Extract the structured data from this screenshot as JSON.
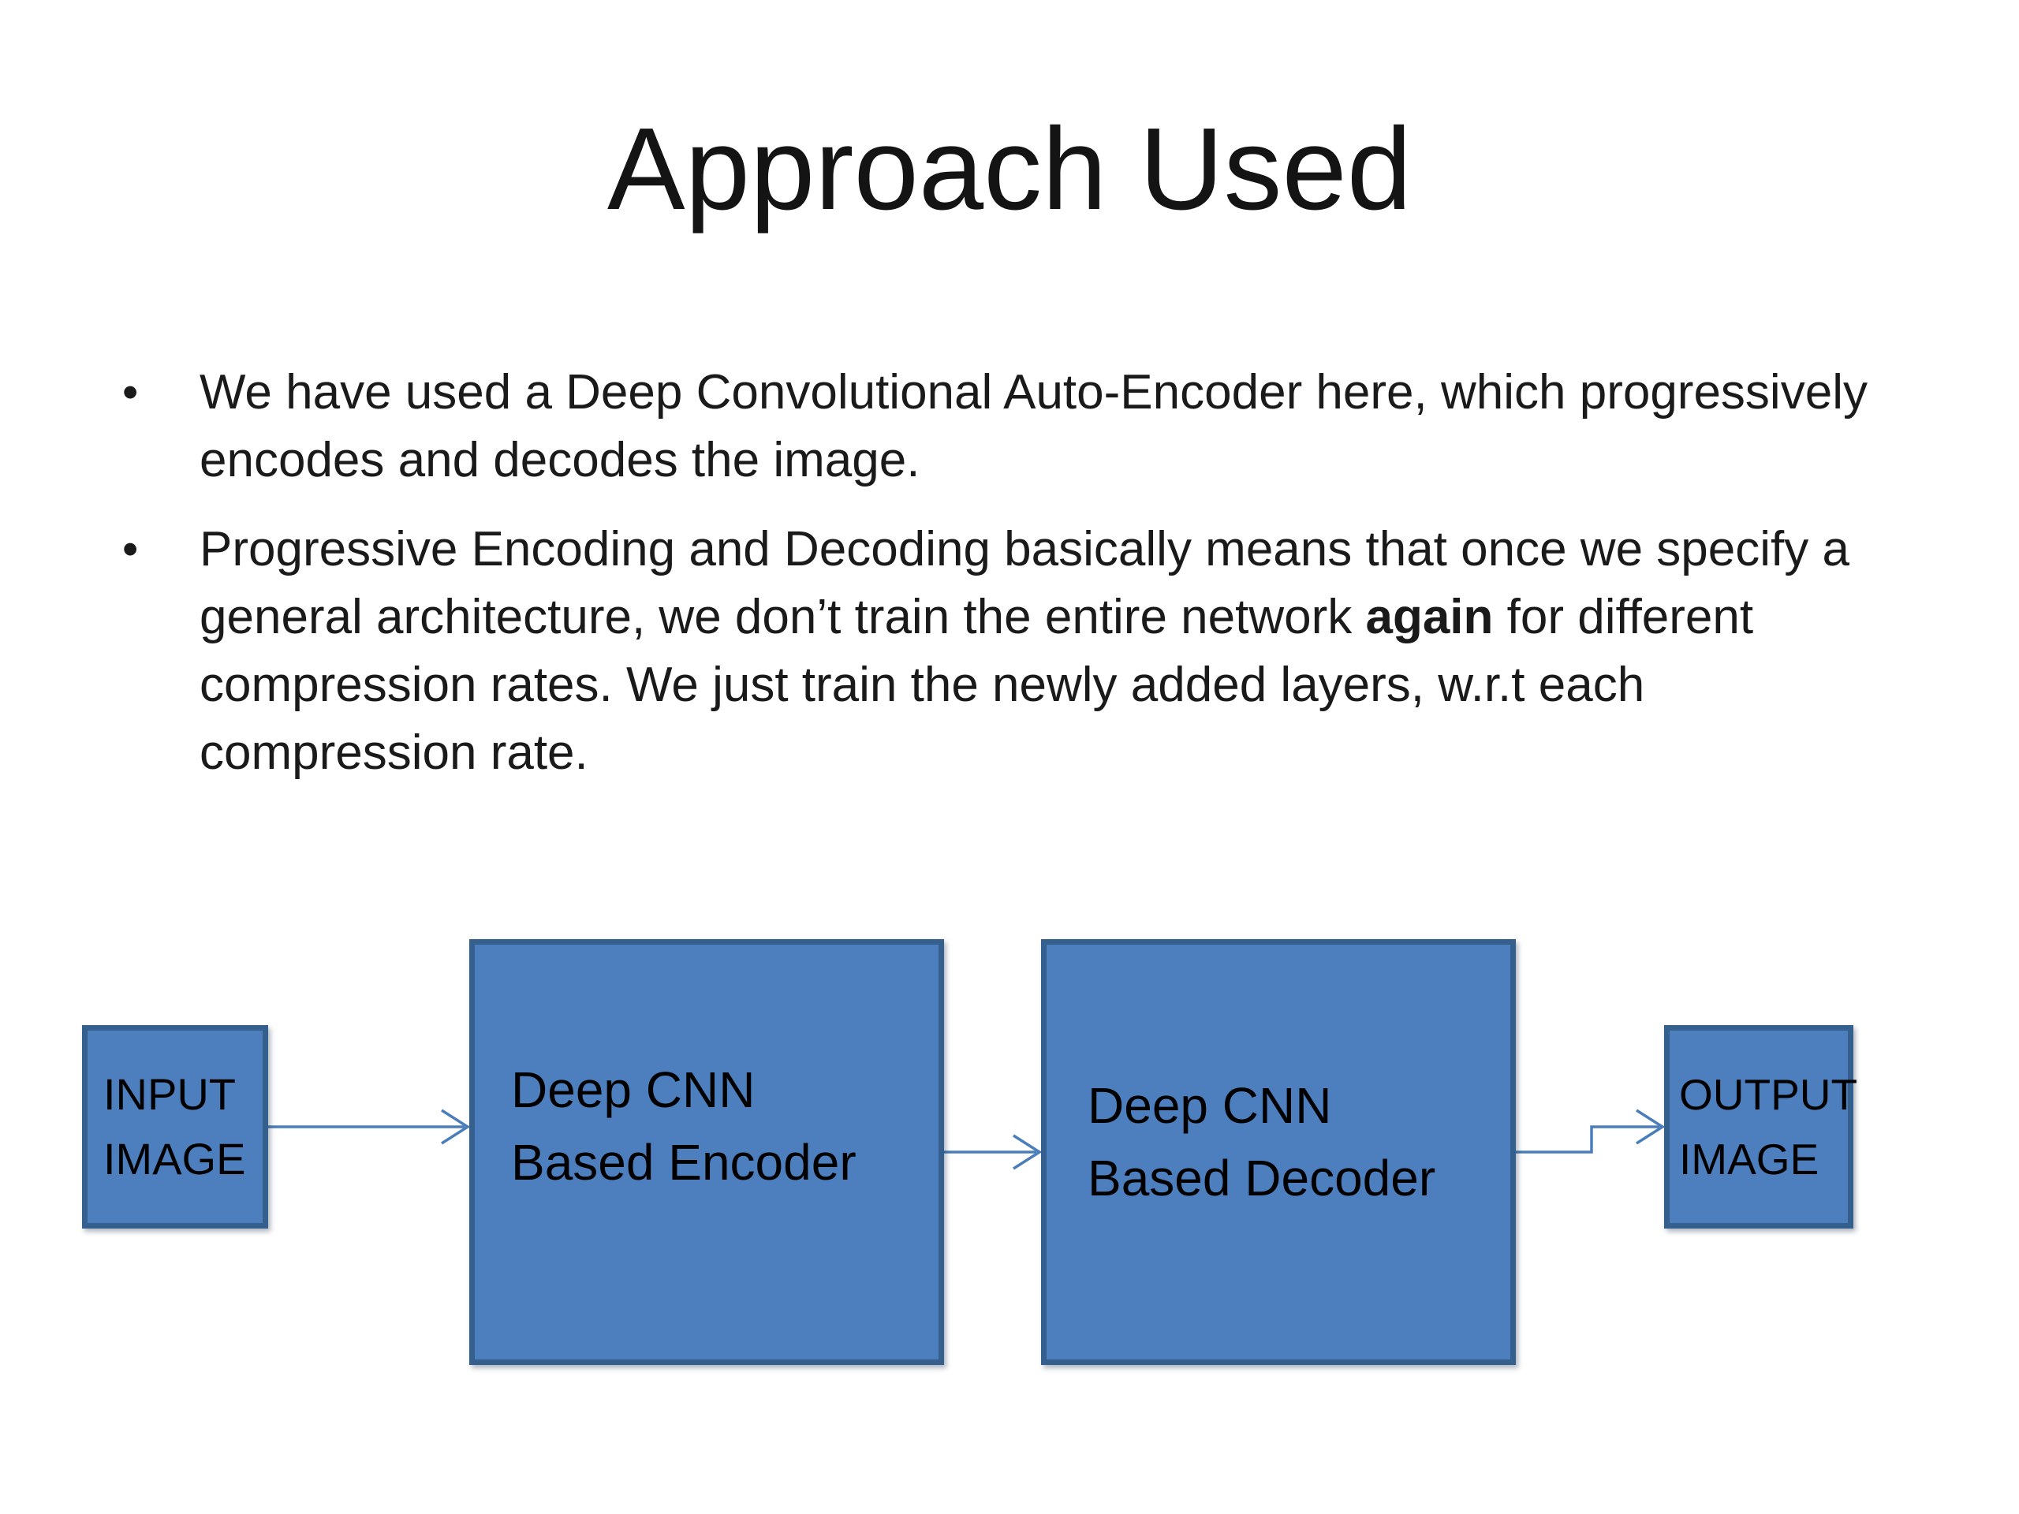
{
  "slide": {
    "title": "Approach Used",
    "bullet_char": "•",
    "bullets": [
      {
        "segments": [
          {
            "text": "We have used a Deep Convolutional Auto-Encoder here, which progressively encodes and decodes the image.",
            "bold": false
          }
        ]
      },
      {
        "segments": [
          {
            "text": "Progressive Encoding and Decoding basically means that once we specify a general architecture, we don’t train the entire network ",
            "bold": false
          },
          {
            "text": "again",
            "bold": true
          },
          {
            "text": " for different compression rates. We just train the newly added layers, w.r.t each compression rate.",
            "bold": false
          }
        ]
      }
    ],
    "diagram": {
      "nodes": [
        {
          "id": "input-image",
          "label": "INPUT IMAGE"
        },
        {
          "id": "encoder",
          "label": "Deep CNN Based Encoder"
        },
        {
          "id": "decoder",
          "label": "Deep CNN Based Decoder"
        },
        {
          "id": "output-image",
          "label": "OUTPUT IMAGE"
        }
      ],
      "edges": [
        {
          "from": "input-image",
          "to": "encoder"
        },
        {
          "from": "encoder",
          "to": "decoder"
        },
        {
          "from": "decoder",
          "to": "output-image"
        }
      ]
    },
    "colors": {
      "background": "#ffffff",
      "text": "#1a1a1a",
      "box_fill": "#4d7ebd",
      "box_border": "#355f8d",
      "arrow": "#4a7ebb"
    }
  }
}
